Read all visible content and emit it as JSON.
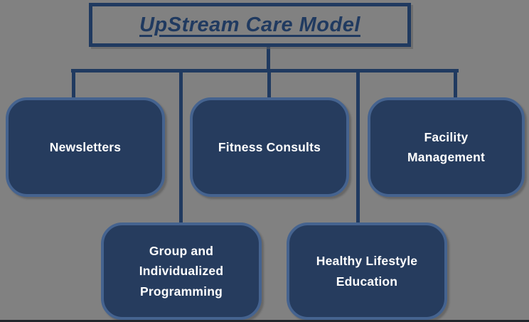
{
  "diagram": {
    "title": "UpStream Care Model",
    "nodes": [
      {
        "id": "newsletters",
        "label": "Newsletters"
      },
      {
        "id": "fitness-consults",
        "label": "Fitness Consults"
      },
      {
        "id": "facility-management",
        "label": "Facility\nManagement"
      },
      {
        "id": "group-programming",
        "label": "Group and\nIndividualized\nProgramming"
      },
      {
        "id": "healthy-lifestyle",
        "label": "Healthy Lifestyle\nEducation"
      }
    ],
    "colors": {
      "background": "#818181",
      "connector": "#203A60",
      "title_color": "#203A60",
      "node_fill": "#263C5E",
      "node_border": "#45638F",
      "node_text": "#FFFFFF"
    }
  }
}
